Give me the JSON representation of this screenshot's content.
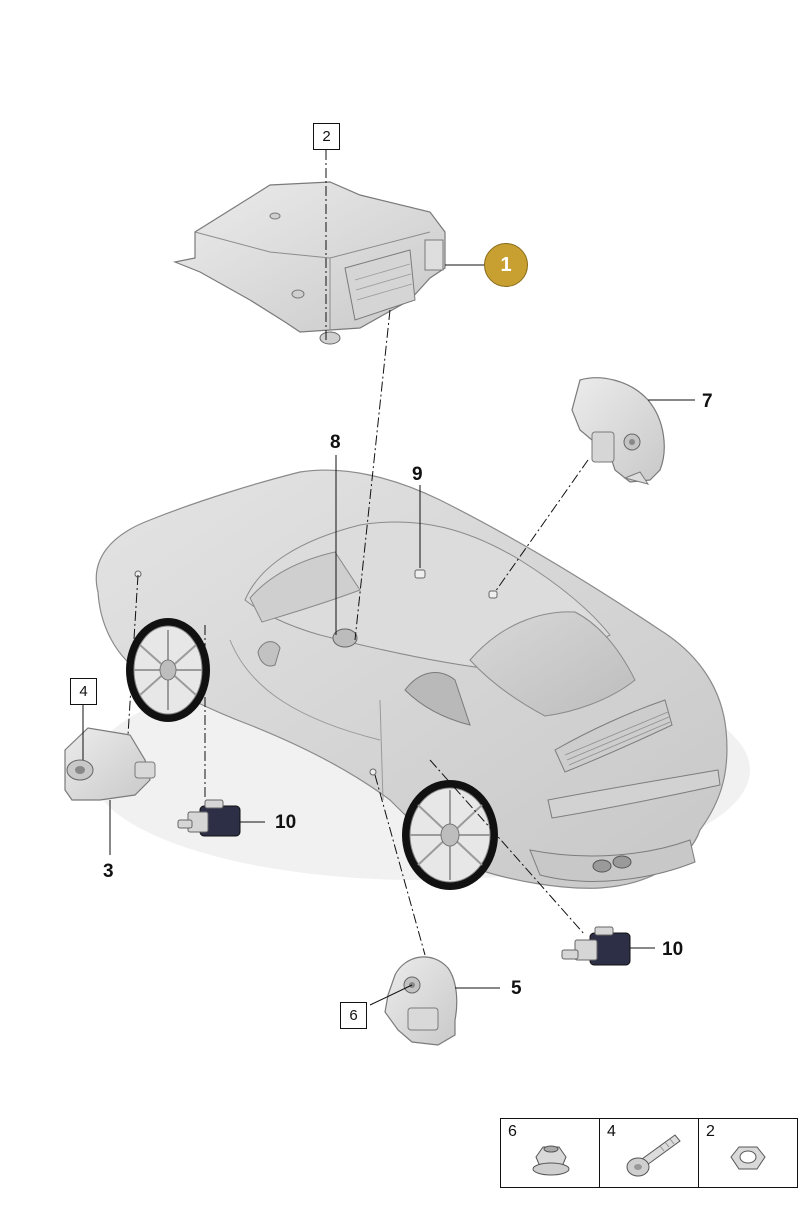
{
  "diagram": {
    "callouts": {
      "c1": "1",
      "c2": "2",
      "c3": "3",
      "c4": "4",
      "c5": "5",
      "c6": "6",
      "c7": "7",
      "c8": "8",
      "c9": "9",
      "c10a": "10",
      "c10b": "10"
    },
    "highlight_color": "#c8a032",
    "legend": [
      {
        "number": "6",
        "icon": "flange-nut-icon"
      },
      {
        "number": "4",
        "icon": "bolt-icon"
      },
      {
        "number": "2",
        "icon": "hex-nut-icon"
      }
    ]
  }
}
